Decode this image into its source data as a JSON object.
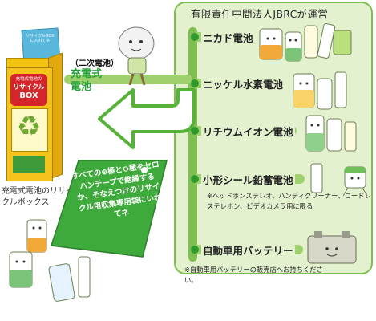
{
  "operator_title": "有限責任中間法人JBRCが運営",
  "battery_types": [
    {
      "label": "ニカド電池"
    },
    {
      "label": "ニッケル水素電池"
    },
    {
      "label": "リチウムイオン電池"
    },
    {
      "label": "小形シール鉛蓄電池"
    },
    {
      "label": "自動車用バッテリー"
    }
  ],
  "rechargeable": {
    "kind": "（二次電池）",
    "name": "充電式電池"
  },
  "collection_box": {
    "small_text": "充電式電池の",
    "middle_text": "リサイクル",
    "big_text": "BOX",
    "caption": "充電式電池のリサイクルボックス"
  },
  "pamphlet_text": "リサイクルBOXに入れてネ",
  "instruction": "すべての⊕極と⊖極をセロハンテープで絶縁するか、そなえつけのリサイクル用収集専用袋にいれてネ",
  "note_sealed_lead": "※ヘッドホンステレオ、ハンディクリーナー、コードレステレホン、ビデオカメラ用に限る",
  "note_car_battery": "※自動車用バッテリーの販売店へお持ちください。",
  "colors": {
    "panel_bg": "#e4f1cf",
    "panel_border": "#7cbf4e",
    "branch": "#9fd06e",
    "bullet": "#2e9a2e",
    "accent_green": "#27a23a",
    "box_yellow": "#f4c41c",
    "box_red": "#d4262a"
  }
}
